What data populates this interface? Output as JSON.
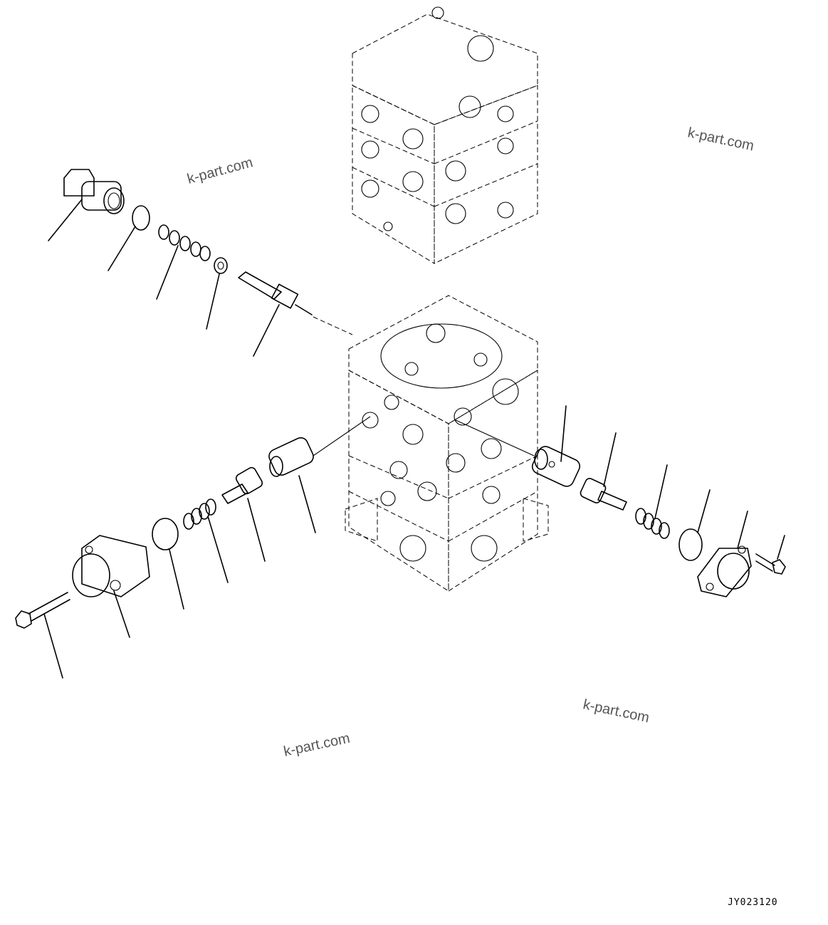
{
  "figure": {
    "drawing_code": "JY023120",
    "watermarks": [
      "k-part.com",
      "k-part.com",
      "k-part.com",
      "k-part.com"
    ]
  }
}
